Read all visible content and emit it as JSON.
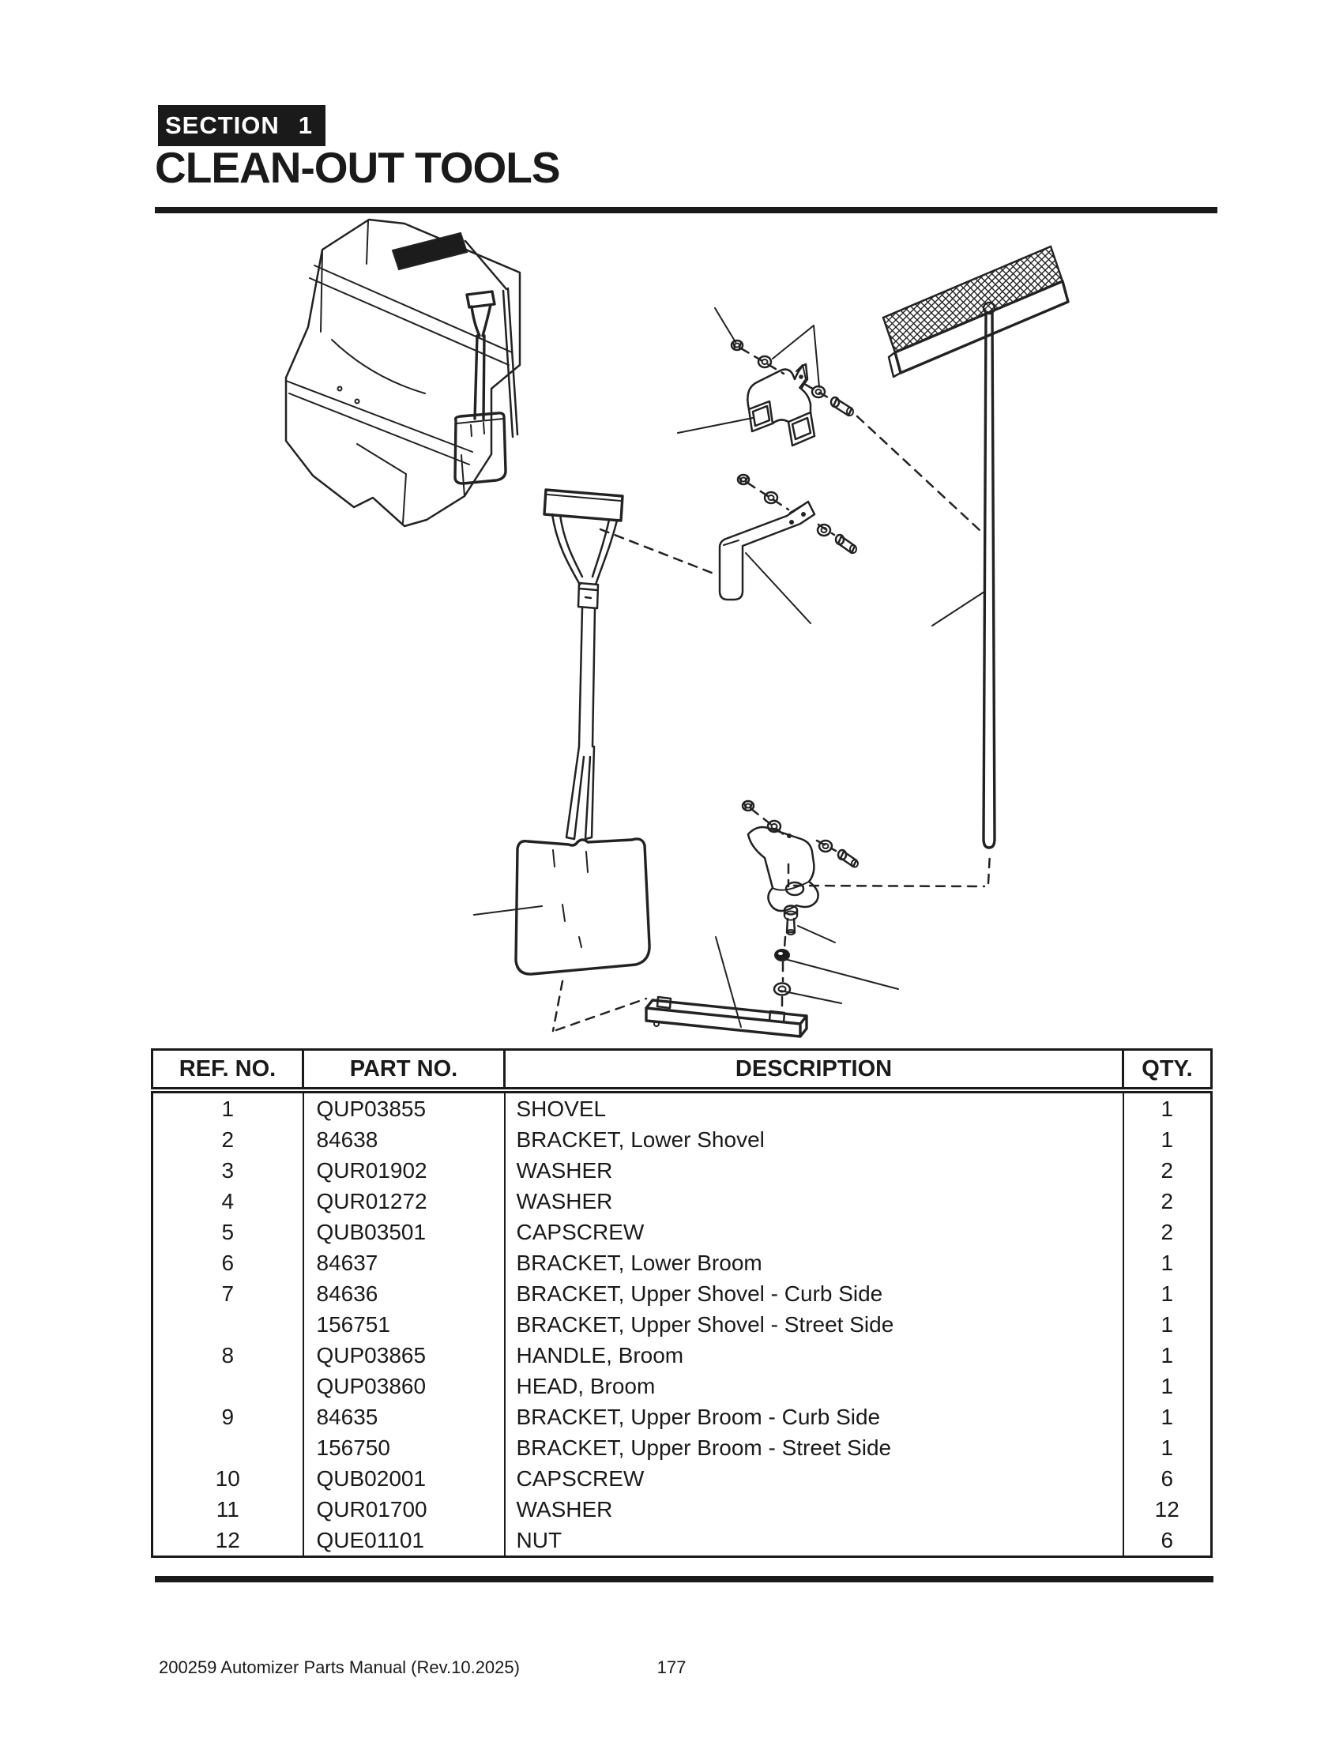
{
  "header": {
    "section_label": "SECTION",
    "section_number": "1",
    "title": "CLEAN-OUT TOOLS"
  },
  "diagram": {
    "alt": "Exploded parts drawing: sweeper machine inset with mounted clean-out tools, shovel, push broom, mounting brackets, capscrews, washers and nuts connected by dashed assembly lines and leader lines"
  },
  "table": {
    "headers": [
      "REF. NO.",
      "PART NO.",
      "DESCRIPTION",
      "QTY."
    ],
    "rows": [
      [
        "1",
        "QUP03855",
        "SHOVEL",
        "1"
      ],
      [
        "2",
        "84638",
        "BRACKET, Lower Shovel",
        "1"
      ],
      [
        "3",
        "QUR01902",
        "WASHER",
        "2"
      ],
      [
        "4",
        "QUR01272",
        "WASHER",
        "2"
      ],
      [
        "5",
        "QUB03501",
        "CAPSCREW",
        "2"
      ],
      [
        "6",
        "84637",
        "BRACKET, Lower Broom",
        "1"
      ],
      [
        "7",
        "84636",
        "BRACKET, Upper Shovel - Curb Side",
        "1"
      ],
      [
        "",
        "156751",
        "BRACKET, Upper Shovel - Street Side",
        "1"
      ],
      [
        "8",
        "QUP03865",
        "HANDLE, Broom",
        "1"
      ],
      [
        "",
        "QUP03860",
        "HEAD, Broom",
        "1"
      ],
      [
        "9",
        "84635",
        "BRACKET, Upper Broom - Curb Side",
        "1"
      ],
      [
        "",
        "156750",
        "BRACKET, Upper Broom - Street Side",
        "1"
      ],
      [
        "10",
        "QUB02001",
        "CAPSCREW",
        "6"
      ],
      [
        "11",
        "QUR01700",
        "WASHER",
        "12"
      ],
      [
        "12",
        "QUE01101",
        "NUT",
        "6"
      ]
    ]
  },
  "footer": {
    "manual": "200259 Automizer Parts Manual (Rev.10.2025)",
    "page_number": "177"
  },
  "colors": {
    "ink": "#1a1a1a"
  }
}
